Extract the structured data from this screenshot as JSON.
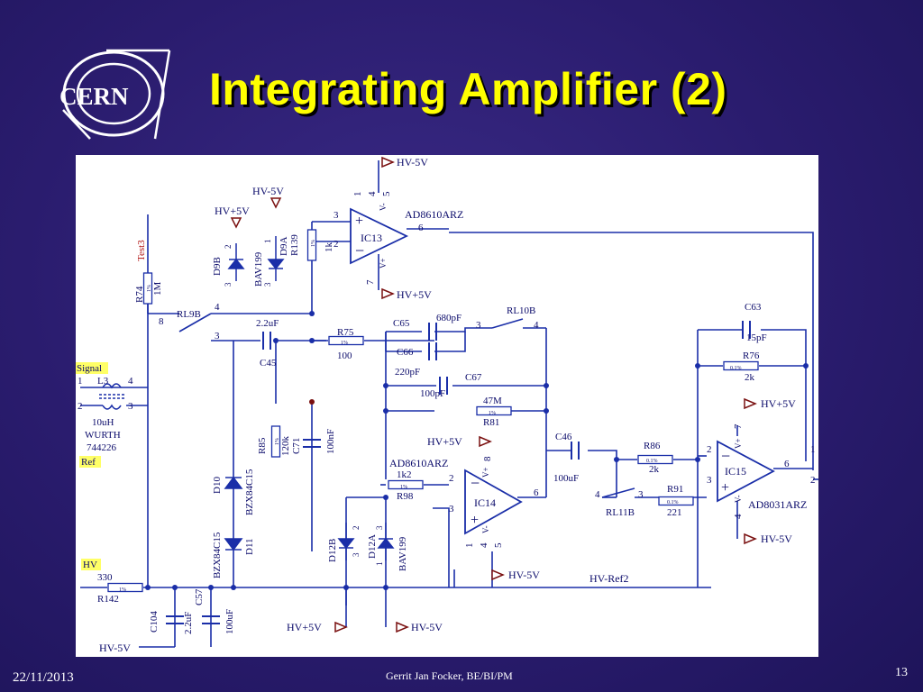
{
  "slide": {
    "title": "Integrating Amplifier (2)",
    "logo_text": "CERN",
    "date": "22/11/2013",
    "author": "Gerrit Jan Focker, BE/BI/PM",
    "page": "13"
  },
  "colors": {
    "wire": "#1a2ea8",
    "label": "#0a0a6a",
    "rail": "#7a1010",
    "highlight": "#ffff66"
  },
  "ports": {
    "hv_m5_top": "HV-5V",
    "hv_m5_d9": "HV-5V",
    "hv_p5_d9": "HV+5V",
    "hv_p5_ic13": "HV+5V",
    "hv_p5_ic14": "HV+5V",
    "hv_m5_ic14": "HV-5V",
    "hv_p5_ic15": "HV+5V",
    "hv_m5_ic15": "HV-5V",
    "hv_m5_left": "HV-5V",
    "hv_p5_bot": "HV+5V",
    "hv_m5_bot": "HV-5V",
    "hv_ref2": "HV-Ref2"
  },
  "nets": {
    "signal": "Signal",
    "ref": "Ref",
    "hv": "HV",
    "test3": "Test3"
  },
  "ics": {
    "ic13": {
      "ref": "IC13",
      "part": "AD8610ARZ"
    },
    "ic14": {
      "ref": "IC14",
      "part": "AD8610ARZ"
    },
    "ic15": {
      "ref": "IC15",
      "part": "AD8031ARZ"
    }
  },
  "pins": {
    "ic13_p1": "1",
    "ic13_p4": "4",
    "ic13_p5": "5",
    "ic13_p3": "3",
    "ic13_p2": "2",
    "ic13_p6": "6",
    "ic13_p7": "7",
    "ic13_vm": "V-",
    "ic13_vp": "V+",
    "ic14_p8": "8",
    "ic14_p2": "2",
    "ic14_p3": "3",
    "ic14_p6": "6",
    "ic14_p1": "1",
    "ic14_p4": "4",
    "ic14_p5": "5",
    "ic14_vm": "V-",
    "ic14_vp": "V+",
    "ic15_p2": "2",
    "ic15_p3": "3",
    "ic15_p6": "6",
    "ic15_p7": "7",
    "ic15_p4": "4",
    "ic15_vm": "V-",
    "ic15_vp": "V+",
    "rl9b_8": "8",
    "rl9b_4": "4",
    "rl9b_3": "3",
    "rl10b_3": "3",
    "rl10b_4": "4",
    "rl11b_4": "4",
    "rl11b_3": "3",
    "l3_1": "1",
    "l3_2": "2",
    "l3_3": "3",
    "l3_4": "4",
    "d9b_2": "2",
    "d9b_3": "3",
    "d9a_1": "1",
    "d9a_3": "3",
    "d12b_2": "2",
    "d12b_3": "3",
    "d12a_3": "3",
    "d12a_1": "1",
    "edge_1": "1",
    "edge_2": "2"
  },
  "components": {
    "r74": {
      "ref": "R74",
      "value": "1M",
      "tol": "1%"
    },
    "r139": {
      "ref": "R139",
      "value": "1k",
      "tol": "1%"
    },
    "r75": {
      "ref": "R75",
      "value": "100",
      "tol": "1%"
    },
    "r76": {
      "ref": "R76",
      "value": "2k",
      "tol": "0.1%"
    },
    "r81": {
      "ref": "R81",
      "value": "47M",
      "tol": "1%"
    },
    "r85": {
      "ref": "R85",
      "value": "120k",
      "tol": "1%"
    },
    "r86": {
      "ref": "R86",
      "value": "2k",
      "tol": "0.1%"
    },
    "r91": {
      "ref": "R91",
      "value": "221",
      "tol": "0.1%"
    },
    "r98": {
      "ref": "R98",
      "value": "1k2",
      "tol": "1%"
    },
    "r142": {
      "ref": "R142",
      "value": "330",
      "tol": "1%"
    },
    "c45": {
      "ref": "C45",
      "value": "2.2uF"
    },
    "c46": {
      "ref": "C46",
      "value": "100uF"
    },
    "c57": {
      "ref": "C57",
      "value": "100uF"
    },
    "c63": {
      "ref": "C63",
      "value": "15pF"
    },
    "c65": {
      "ref": "C65",
      "value": "680pF"
    },
    "c66": {
      "ref": "C66",
      "value": "220pF"
    },
    "c67": {
      "ref": "C67",
      "value": "100pF"
    },
    "c71": {
      "ref": "C71",
      "value": "100nF"
    },
    "c104": {
      "ref": "C104",
      "value": "2.2uF"
    },
    "l3": {
      "ref": "L3",
      "value": "10uH",
      "mfr": "WURTH",
      "part": "744226"
    },
    "d9a": {
      "ref": "D9A",
      "part": "BAV199"
    },
    "d9b": {
      "ref": "D9B"
    },
    "d10": {
      "ref": "D10",
      "part": "BZX84C15"
    },
    "d11": {
      "ref": "D11",
      "part": "BZX84C15"
    },
    "d12a": {
      "ref": "D12A",
      "part": "BAV199"
    },
    "d12b": {
      "ref": "D12B"
    },
    "rl9b": {
      "ref": "RL9B"
    },
    "rl10b": {
      "ref": "RL10B"
    },
    "rl11b": {
      "ref": "RL11B"
    }
  }
}
